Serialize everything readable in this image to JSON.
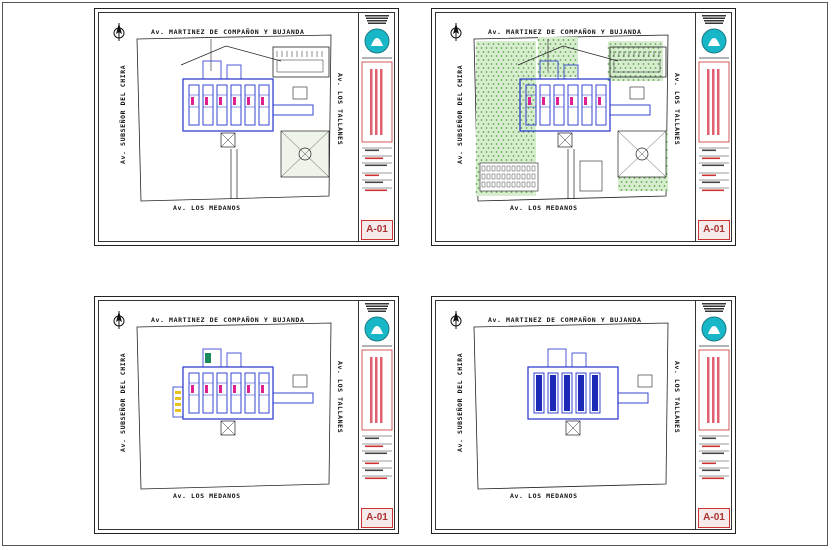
{
  "sheets": [
    {
      "id": "top-left",
      "variant": "full",
      "street_north": "Av. MARTINEZ DE COMPAÑON Y BUJANDA",
      "street_south": "Av. LOS MEDANOS",
      "street_west": "Av. SUBSEÑOR DEL CHIRA",
      "street_east": "Av. LOS TALLANES",
      "sheet_number": "A-01"
    },
    {
      "id": "top-right",
      "variant": "landscaped",
      "street_north": "Av. MARTINEZ DE COMPAÑON Y BUJANDA",
      "street_south": "Av. LOS MEDANOS",
      "street_west": "Av. SUBSEÑOR DEL CHIRA",
      "street_east": "Av. LOS TALLANES",
      "sheet_number": "A-01"
    },
    {
      "id": "bottom-left",
      "variant": "partial",
      "street_north": "Av. MARTINEZ DE COMPAÑON Y BUJANDA",
      "street_south": "Av. LOS MEDANOS",
      "street_west": "Av. SUBSEÑOR DEL CHIRA",
      "street_east": "Av. LOS TALLANES",
      "sheet_number": "A-01"
    },
    {
      "id": "bottom-right",
      "variant": "outline",
      "street_north": "Av. MARTINEZ DE COMPAÑON Y BUJANDA",
      "street_south": "Av. LOS MEDANOS",
      "street_west": "Av. SUBSEÑOR DEL CHIRA",
      "street_east": "Av. LOS TALLANES",
      "sheet_number": "A-01"
    }
  ],
  "colors": {
    "plan_blue": "#2233cc",
    "plan_magenta": "#e0208f",
    "landscape_green": "#5aa84a",
    "site_line": "#222222",
    "titleblock_red": "#e06070",
    "titleblock_cyan": "#18b7c7"
  }
}
